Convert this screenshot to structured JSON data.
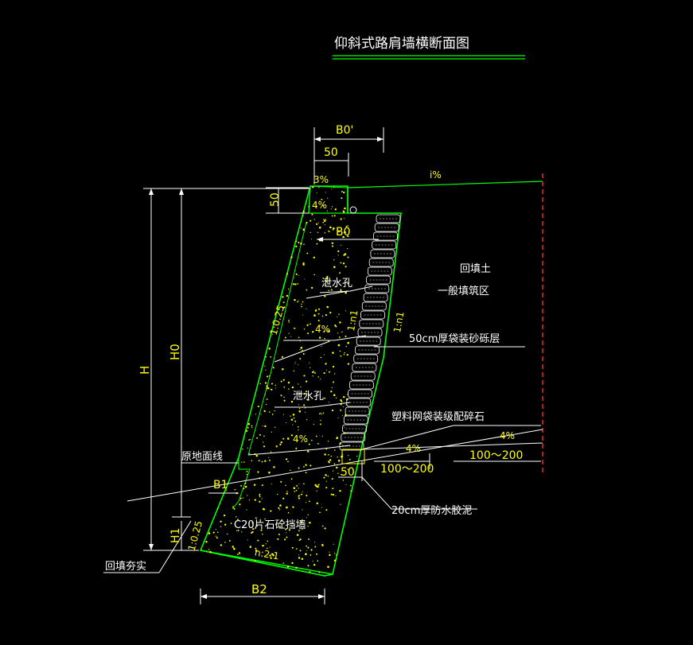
{
  "title": "仰斜式路肩墙横断面图",
  "colors": {
    "background": "#000000",
    "wall_outline": "#00ff00",
    "fill_dots": "#ffff00",
    "dimension": "#ffff00",
    "annotation": "#ffffff",
    "title_line": "#00ff00",
    "boundary_dashed": "#ff2a2a"
  },
  "dimensions": {
    "b0_prime": "B0'",
    "top_50": "50",
    "left_50": "50",
    "b0": "B0",
    "h": "H",
    "h0": "H0",
    "h1": "H1",
    "b1": "B1",
    "b2": "B2",
    "toe_50": "50",
    "range_left": "100～200",
    "range_right": "100～200"
  },
  "slopes": {
    "top_3pct": "3%",
    "road_ipct": "i%",
    "top_4pct": "4%",
    "mid_4pct": "4%",
    "low_4pct": "4%",
    "ground_4pct_right": "4%",
    "ground_4pct_far": "4%",
    "batter_front": "1:0.25",
    "batter_back": "1:n1",
    "batter_sand": "1:n1",
    "toe_batter": "1:0.25",
    "base_n": "n:2:1"
  },
  "labels": {
    "backfill": "回填土",
    "compaction": "一般填筑区",
    "weep_hole_1": "泄水孔",
    "weep_hole_2": "泄水孔",
    "sand_layer": "50cm厚袋装砂砾层",
    "gravel_bag": "塑料网袋装级配碎石",
    "waterproof": "20cm厚防水胶泥",
    "ground_line": "原地面线",
    "wall_material": "C20片石砼挡墙",
    "backfill_tamp": "回填夯实"
  }
}
